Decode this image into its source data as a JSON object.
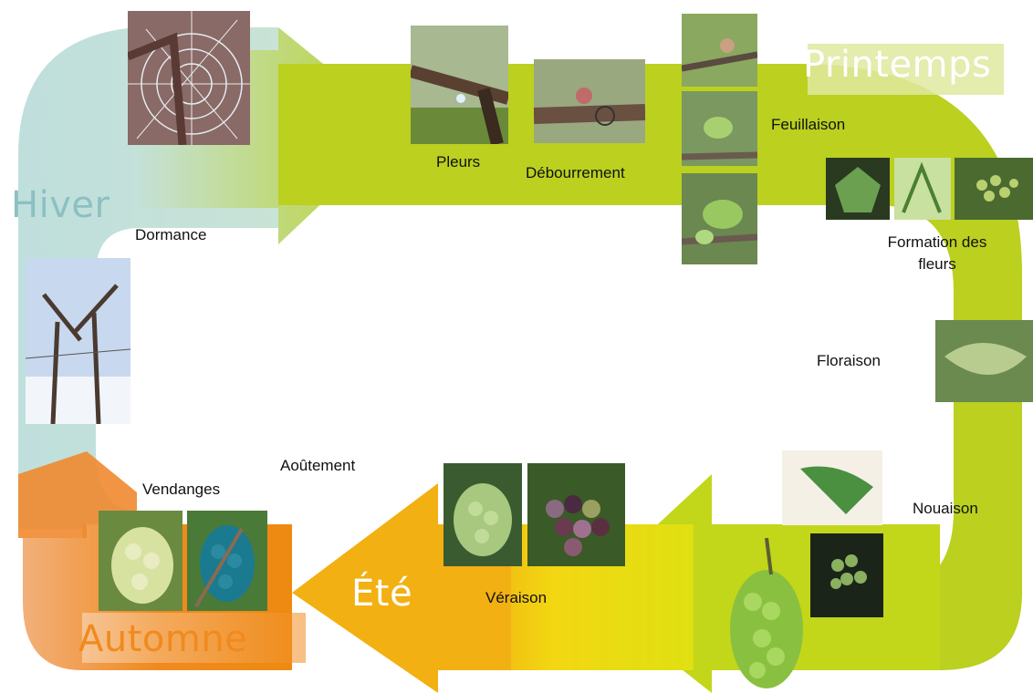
{
  "seasons": {
    "winter": "Hiver",
    "spring": "Printemps",
    "summer": "Été",
    "autumn": "Automne"
  },
  "stages": {
    "dormance": "Dormance",
    "pleurs": "Pleurs",
    "debourrement": "Débourrement",
    "feuillaison": "Feuillaison",
    "formation": "Formation des fleurs",
    "floraison": "Floraison",
    "nouaison": "Nouaison",
    "veraison": "Véraison",
    "aoutement": "Aoûtement",
    "vendanges": "Vendanges"
  },
  "colors": {
    "winter": "#bfe0df",
    "spring": "#b9cf1e",
    "summer": "#f2e012",
    "autumn": "#f08a1e"
  }
}
